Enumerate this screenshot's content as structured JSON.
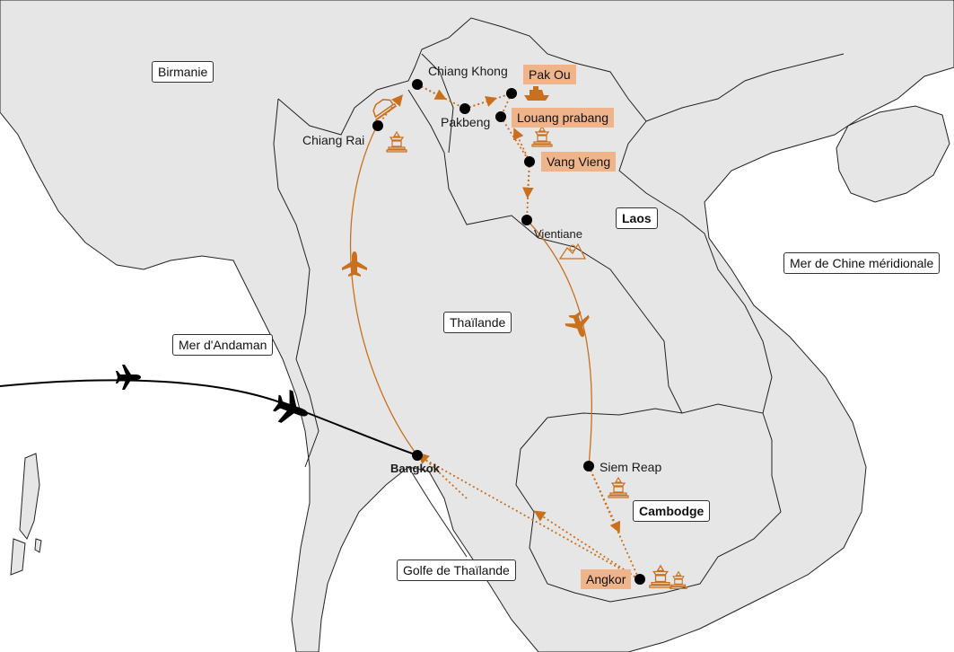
{
  "colors": {
    "land": "#e6e6e6",
    "sea": "#ffffff",
    "border": "#222222",
    "route": "#c8701e",
    "highlight": "#f0b48a",
    "flight_international": "#000000"
  },
  "regions": {
    "birmanie": "Birmanie",
    "laos": "Laos",
    "thailande": "Thaïlande",
    "cambodge": "Cambodge",
    "mer_andaman": "Mer d'Andaman",
    "mer_chine": "Mer de Chine méridionale",
    "golfe_thailande": "Golfe de Thaïlande"
  },
  "places": {
    "chiang_khong": "Chiang Khong",
    "chiang_rai": "Chiang Rai",
    "pakbeng": "Pakbeng",
    "pak_ou": "Pak Ou",
    "louang_prabang": "Louang prabang",
    "vang_vieng": "Vang Vieng",
    "vientiane": "Vientiane",
    "bangkok": "Bangkok",
    "siem_reap": "Siem Reap",
    "angkor": "Angkor"
  },
  "icons": {
    "flight": "airplane-icon",
    "boat": "boat-icon",
    "temple": "temple-icon",
    "mountain": "mountain-icon",
    "car": "car-icon"
  }
}
